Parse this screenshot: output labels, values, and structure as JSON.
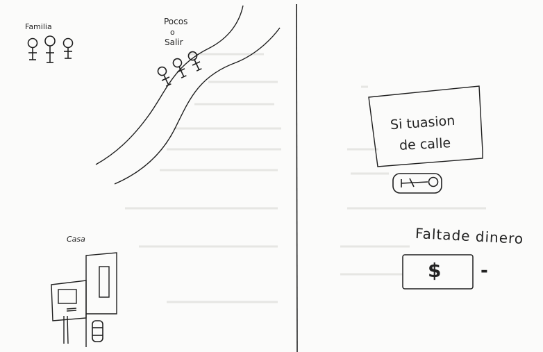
{
  "labels": {
    "familia": "Familia",
    "pocos_salir": "Pocos o Salir",
    "pocos": "Pocos",
    "o": "o",
    "salir": "Salir",
    "casa": "Casa",
    "situacion_line1": "Si tuasion",
    "situacion_line2": "de calle",
    "falta_dinero": "Faltade dinero",
    "dollar": "$",
    "dash": "-"
  },
  "colors": {
    "ink": "#1e1e1e",
    "paper": "#fbfbfa",
    "faint_text": "#d6d6d4"
  }
}
